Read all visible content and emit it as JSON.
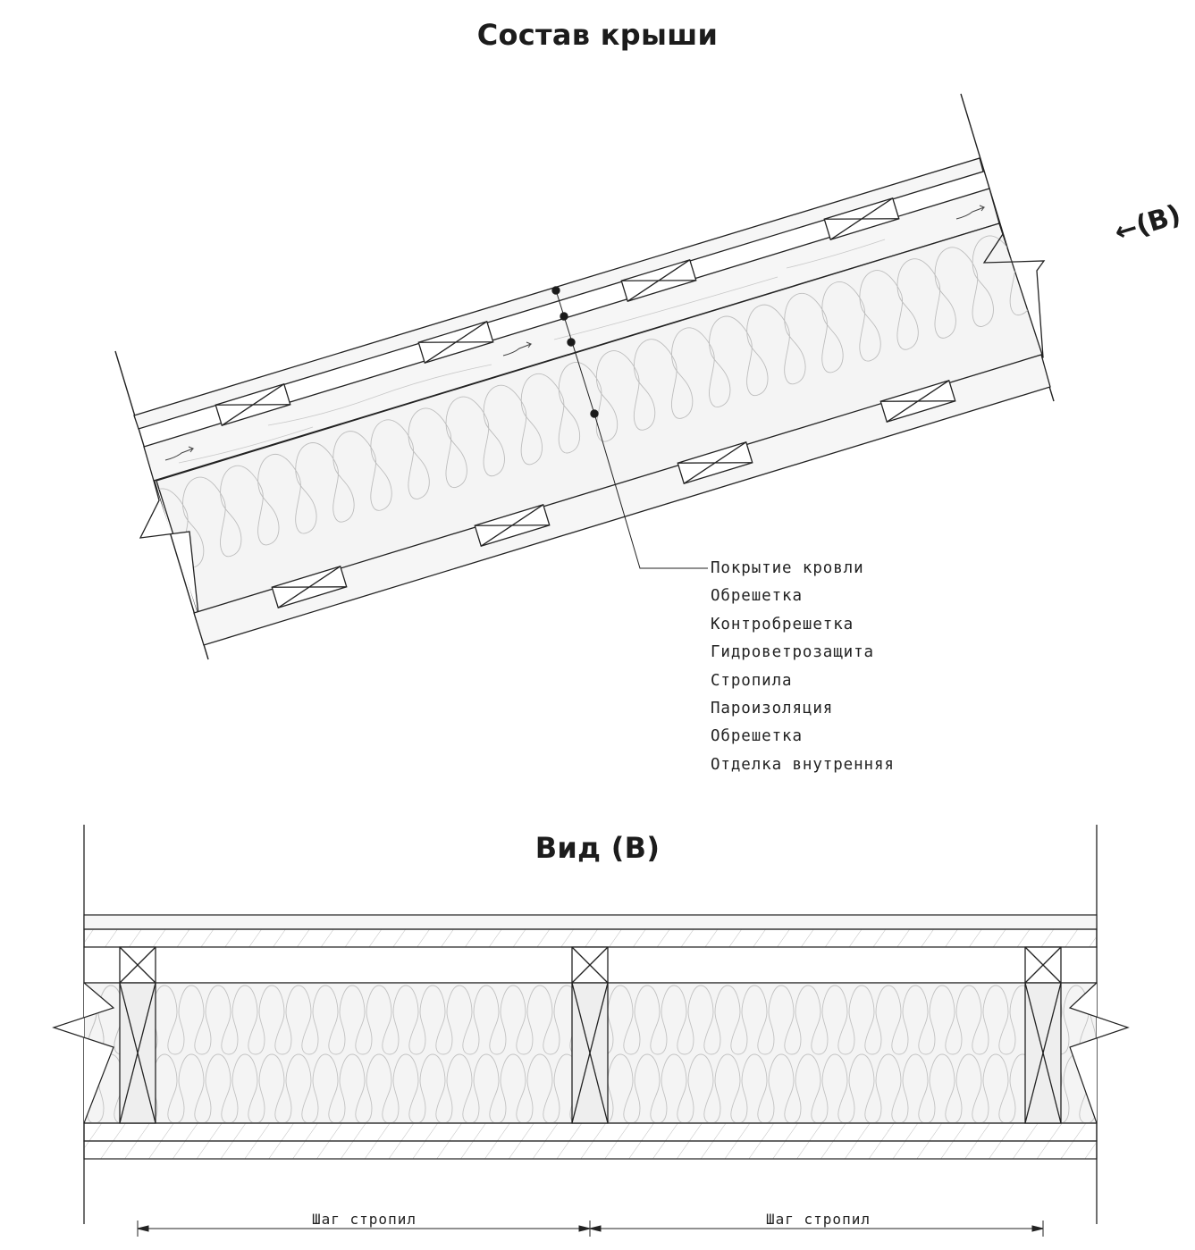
{
  "titles": {
    "section": "Состав крыши",
    "view": "Вид (В)"
  },
  "callout": "←(В)",
  "layers": [
    "Покрытие кровли",
    "Обрешетка",
    "Контробрешетка",
    "Гидроветрозащита",
    "Стропила",
    "Пароизоляция",
    "Обрешетка",
    "Отделка внутренняя"
  ],
  "dimensions": {
    "left": "Шаг стропил",
    "right": "Шаг стропил"
  },
  "colors": {
    "line": "#1e1e1e",
    "fill": "#f3f3f3",
    "hatch": "#b5b5b5"
  }
}
